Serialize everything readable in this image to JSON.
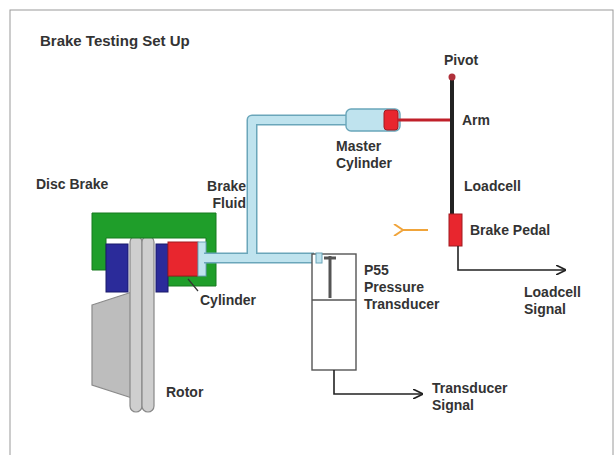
{
  "diagram": {
    "title": "Brake Testing Set Up",
    "labels": [
      "Pivot",
      "Arm",
      "Master Cylinder",
      "Loadcell",
      "Brake Pedal",
      "Disc Brake",
      "Brake Fluid",
      "Cylinder",
      "P55 Pressure Transducer",
      "Loadcell Signal",
      "Rotor",
      "Transducer Signal"
    ]
  }
}
